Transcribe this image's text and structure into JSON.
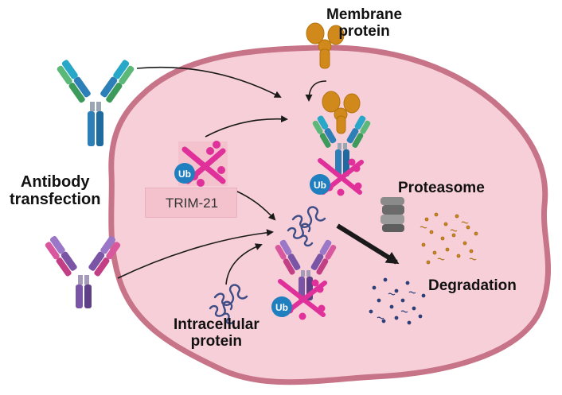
{
  "labels": {
    "membrane_protein": [
      "Membrane",
      "protein"
    ],
    "antibody_transfection": [
      "Antibody",
      "transfection"
    ],
    "trim21": "TRIM-21",
    "proteasome": "Proteasome",
    "degradation": "Degradation",
    "intracellular_protein": [
      "Intracellular",
      "protein"
    ],
    "ubiquitin": "Ub"
  },
  "colors": {
    "cell_fill": "#f7cfd8",
    "cell_border": "#c77388",
    "trim21": "#e0309a",
    "ubiquitin": "#1f7fbf",
    "antibody_blue": "#2d7fb8",
    "antibody_green": "#3c9a5a",
    "antibody_purple": "#7a55a5",
    "antibody_magenta": "#c23f86",
    "membrane_protein": "#d0891a",
    "intracellular_protein": "#3e4d86"
  }
}
